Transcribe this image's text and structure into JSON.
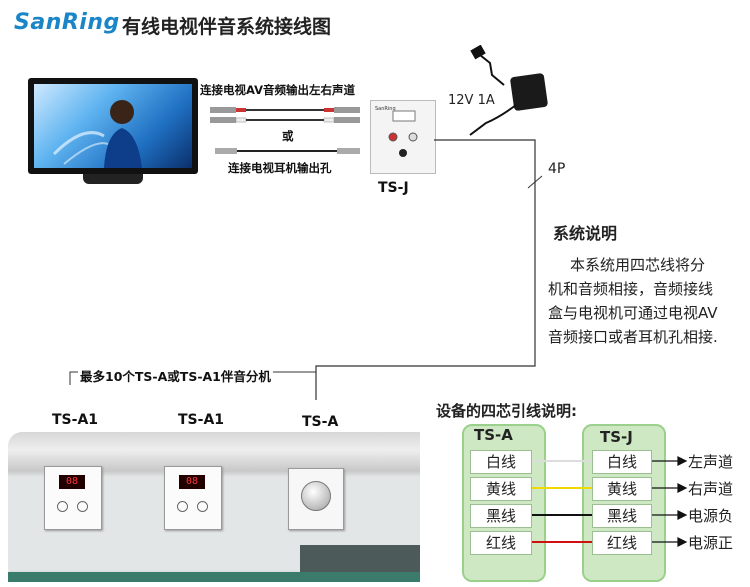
{
  "header": {
    "brand": "SanRing",
    "title": "有线电视伴音系统接线图"
  },
  "connections": {
    "av_label": "连接电视AV音频输出左右声道",
    "or_label": "或",
    "earphone_label": "连接电视耳机输出孔",
    "power_label": "12V 1A",
    "wire_label": "4P"
  },
  "devices": {
    "ts_j": "TS-J",
    "ts_a1_1": "TS-A1",
    "ts_a1_2": "TS-A1",
    "ts_a": "TS-A",
    "panel_display_1": "08",
    "panel_display_2": "08"
  },
  "extension_note": "最多10个TS-A或TS-A1伴音分机",
  "info": {
    "title": "系统说明",
    "lines": [
      "本系统用四芯线将分",
      "机和音频相接，音频接线",
      "盒与电视机可通过电视AV",
      "音频接口或者耳机孔相接."
    ]
  },
  "legend": {
    "title": "设备的四芯引线说明:",
    "left_header": "TS-A",
    "right_header": "TS-J",
    "rows": [
      {
        "left": "白线",
        "right": "白线",
        "output": "左声道",
        "color": "#dddddd"
      },
      {
        "left": "黄线",
        "right": "黄线",
        "output": "右声道",
        "color": "#f0d800"
      },
      {
        "left": "黑线",
        "right": "黑线",
        "output": "电源负",
        "color": "#111111"
      },
      {
        "left": "红线",
        "right": "红线",
        "output": "电源正",
        "color": "#d01010"
      }
    ]
  }
}
